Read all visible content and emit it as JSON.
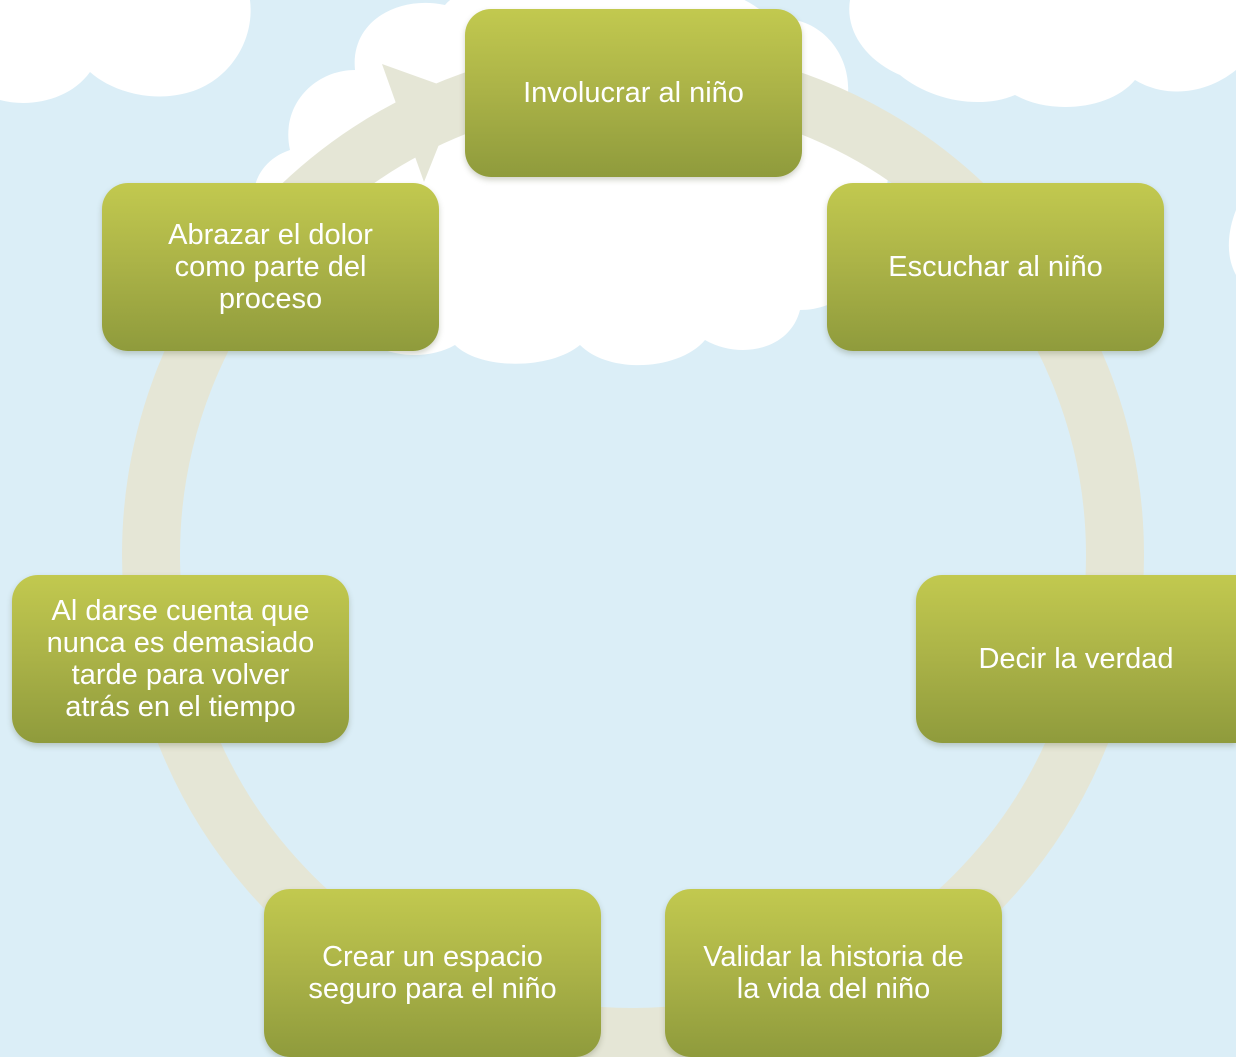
{
  "diagram": {
    "type": "cycle",
    "colors": {
      "background": "#dbeef7",
      "cloud": "#ffffff",
      "ring": "#e5e6d6",
      "node_top": "#c2c94f",
      "node_bottom": "#8f9b3c",
      "node_text": "#ffffff"
    },
    "nodes": [
      {
        "id": "involve",
        "label": "Involucrar al niño"
      },
      {
        "id": "listen",
        "label": "Escuchar al niño"
      },
      {
        "id": "truth",
        "label": "Decir la verdad"
      },
      {
        "id": "validate",
        "label": "Validar la historia de\nla vida del niño"
      },
      {
        "id": "safe-space",
        "label": "Crear un espacio\nseguro para el niño"
      },
      {
        "id": "never-late",
        "label": "Al darse cuenta que\nnunca es demasiado\ntarde para volver\natrás en el tiempo"
      },
      {
        "id": "embrace-pain",
        "label": "Abrazar el dolor\ncomo parte del\nproceso"
      }
    ]
  }
}
